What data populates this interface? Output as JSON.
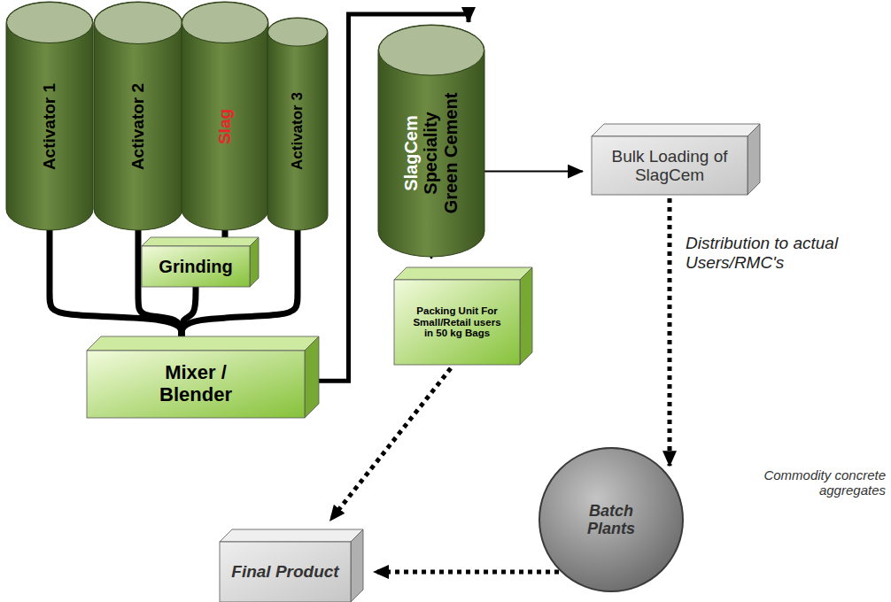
{
  "diagram": {
    "nodes": [
      {
        "text": [
          "Activator 1"
        ]
      },
      {
        "text": [
          "Activator 2"
        ]
      },
      {
        "text": [
          "Slag"
        ]
      },
      {
        "text": [
          "Activator 3"
        ]
      },
      {
        "text": [
          "Grinding"
        ]
      },
      {
        "text": [
          "Mixer / Blender"
        ]
      },
      {
        "text": [
          "SlagCem",
          "Speciality Green Cement"
        ]
      },
      {
        "text": [
          "Bulk Loading of SlagCem"
        ]
      },
      {
        "text": [
          "Packing Unit For Small/Retail users in 50 kg Bags"
        ]
      },
      {
        "text": [
          "Batch Plants"
        ]
      },
      {
        "text": [
          "Final Product"
        ]
      }
    ],
    "edges": [
      {
        "from": 0,
        "to": 5,
        "arrow": "none"
      },
      {
        "from": 1,
        "to": 5,
        "arrow": "none"
      },
      {
        "from": 2,
        "to": 4,
        "arrow": "none"
      },
      {
        "from": 4,
        "to": 5,
        "arrow": "none"
      },
      {
        "from": 3,
        "to": 5,
        "arrow": "none"
      },
      {
        "from": 5,
        "to": 6,
        "arrow": "to"
      },
      {
        "from": 6,
        "to": 7,
        "arrow": "to"
      },
      {
        "from": 6,
        "to": 8,
        "arrow": "to"
      },
      {
        "from": 8,
        "to": 10,
        "arrow": "to"
      },
      {
        "from": 7,
        "to": 9,
        "arrow": "to",
        "label": "Distribution to actual Users/RMC's"
      },
      {
        "from": 9,
        "to": 10,
        "arrow": "to"
      }
    ],
    "labels": [
      "Commodity concrete aggregates"
    ]
  }
}
